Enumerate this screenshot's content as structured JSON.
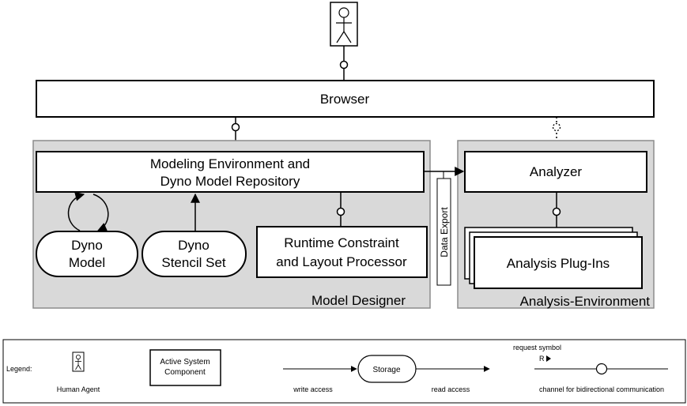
{
  "components": {
    "browser": "Browser",
    "modeling_env_line1": "Modeling Environment and",
    "modeling_env_line2": "Dyno Model Repository",
    "analyzer": "Analyzer",
    "runtime_line1": "Runtime Constraint",
    "runtime_line2": "and Layout Processor",
    "analysis_plugins": "Analysis Plug-Ins"
  },
  "storages": {
    "dyno_model_line1": "Dyno",
    "dyno_model_line2": "Model",
    "stencil_line1": "Dyno",
    "stencil_line2": "Stencil Set"
  },
  "containers": {
    "model_designer": "Model Designer",
    "analysis_environment": "Analysis-Environment"
  },
  "flag_label": "Data Export",
  "legend": {
    "title": "Legend:",
    "human_agent": "Human Agent",
    "active_line1": "Active System",
    "active_line2": "Component",
    "storage": "Storage",
    "write_access": "write access",
    "read_access": "read access",
    "request_symbol": "request symbol",
    "request_r": "R",
    "channel": "channel for bidirectional communication"
  }
}
